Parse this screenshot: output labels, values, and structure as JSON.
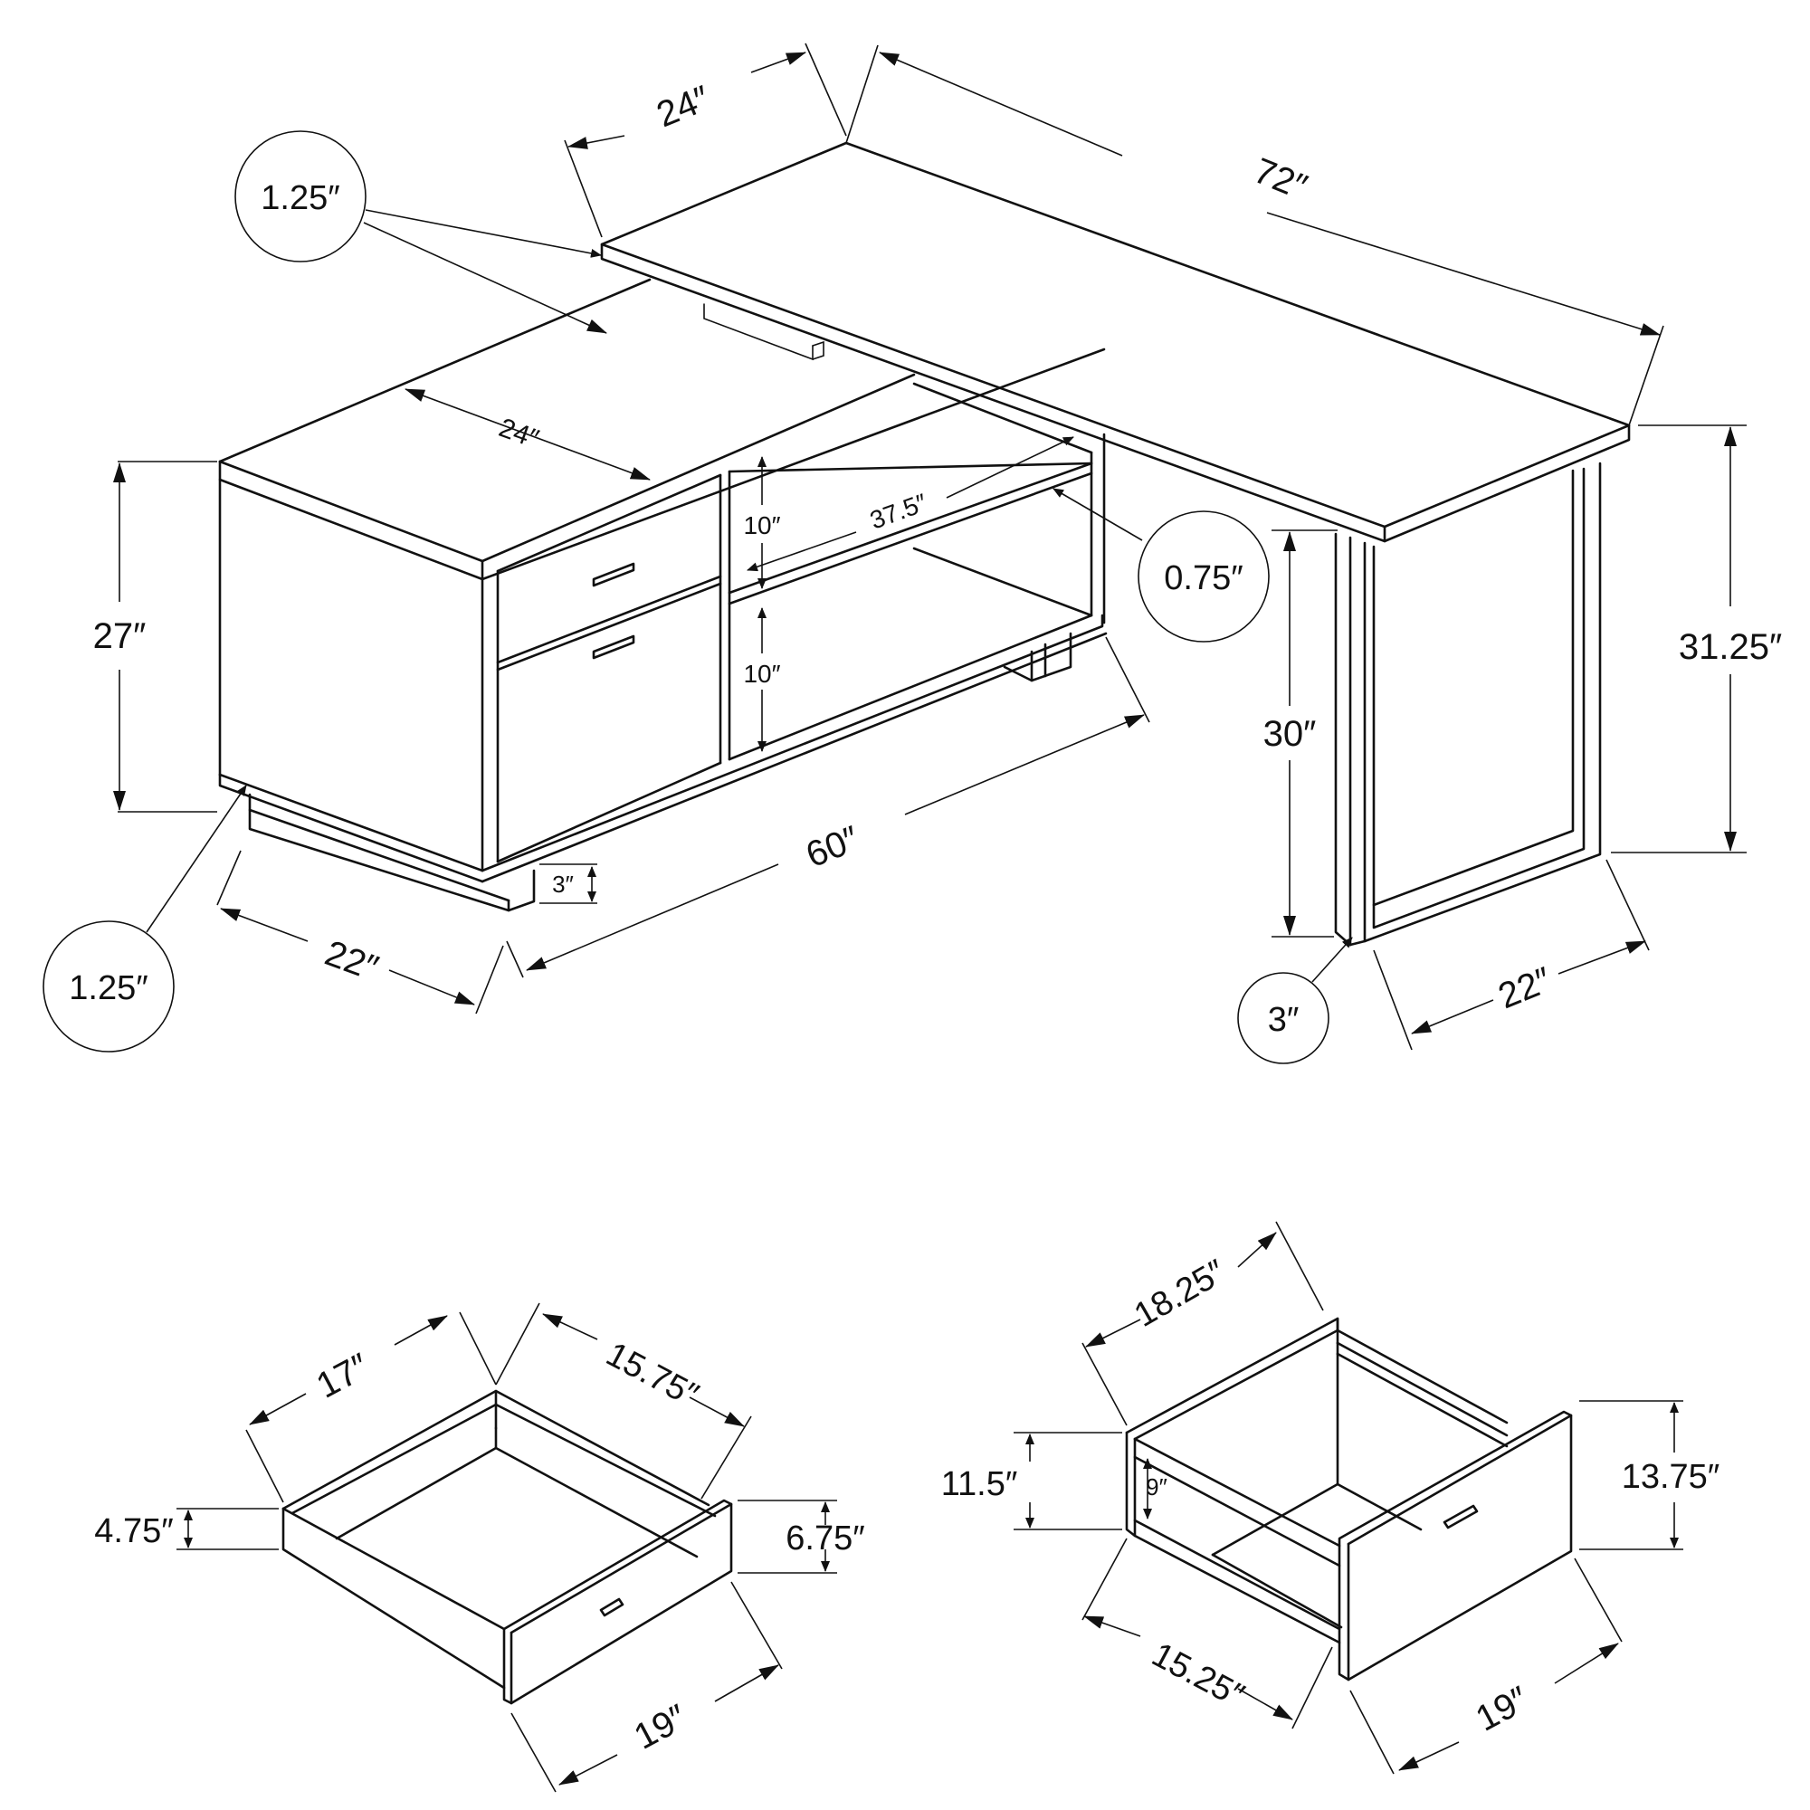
{
  "desk": {
    "top_width": "72″",
    "top_depth": "24″",
    "top_thickness": "1.25″",
    "cabinet_top_depth": "24″",
    "cabinet_height": "27″",
    "cabinet_length": "60″",
    "cabinet_depth": "22″",
    "cabinet_base_thickness": "1.25″",
    "plinth_height": "3″",
    "shelf_opening_top": "10″",
    "shelf_opening_bottom": "10″",
    "shelf_width": "37.5″",
    "shelf_thickness": "0.75″",
    "leg_height": "30″",
    "total_height": "31.25″",
    "leg_depth": "22″",
    "leg_thickness": "3″"
  },
  "small_drawer": {
    "outer_width": "17″",
    "inner_depth": "15.75″",
    "side_height": "4.75″",
    "front_height": "6.75″",
    "front_width": "19″"
  },
  "file_drawer": {
    "outer_width": "18.25″",
    "side_height": "11.5″",
    "inner_height": "9″",
    "front_height": "13.75″",
    "inner_depth": "15.25″",
    "front_width": "19″"
  }
}
